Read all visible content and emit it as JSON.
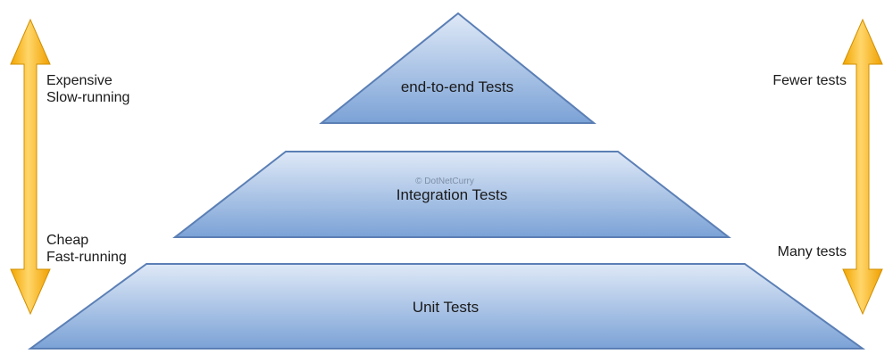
{
  "colors": {
    "tier_fill_top": "#dfe9f7",
    "tier_fill_bottom": "#7ba2d6",
    "tier_stroke": "#5b7fb5",
    "arrow_fill_light": "#ffd66a",
    "arrow_fill_dark": "#f2a500",
    "arrow_stroke": "#d18f00"
  },
  "pyramid": {
    "top": {
      "label": "end-to-end Tests"
    },
    "middle": {
      "label": "Integration Tests"
    },
    "bottom": {
      "label": "Unit Tests"
    }
  },
  "watermark": "© DotNetCurry",
  "left_axis": {
    "icon": "double-arrow-vertical-icon",
    "top_line1": "Expensive",
    "top_line2": "Slow-running",
    "bottom_line1": "Cheap",
    "bottom_line2": "Fast-running"
  },
  "right_axis": {
    "icon": "double-arrow-vertical-icon",
    "top_label": "Fewer tests",
    "bottom_label": "Many tests"
  }
}
